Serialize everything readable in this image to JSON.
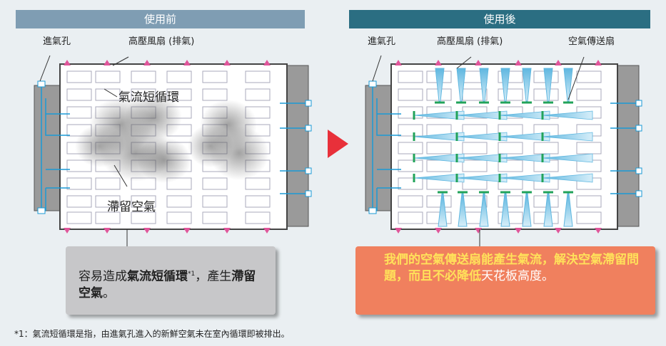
{
  "before": {
    "title": "使用前",
    "label_inlet": "進氣孔",
    "label_exhaust": "高壓風扇 (排氣)",
    "label_short_circuit": "氣流短循環",
    "label_stagnant": "滯留空氣",
    "callout": {
      "t1": "容易造成",
      "t2": "氣流短循環",
      "t3": "*1",
      "t4": "，產生",
      "t5": "滯留空氣",
      "t6": "。"
    }
  },
  "after": {
    "title": "使用後",
    "label_inlet": "進氣孔",
    "label_exhaust": "高壓風扇 (排氣)",
    "label_transfer": "空氣傳送扇",
    "callout": {
      "t1": "我們的空氣傳送扇能產生氣流，解決空氣滯留問題，而且不必降低",
      "t2": "天花板高度。"
    }
  },
  "footnote": "*1：氣流短循環是指，由進氣孔進入的新鮮空氣未在室內循環即被排出。",
  "colors": {
    "arrow": "#e8303a",
    "inlet": "#1a9ad6",
    "fan_bar": "#22a35a",
    "pink": "#e0559a"
  }
}
